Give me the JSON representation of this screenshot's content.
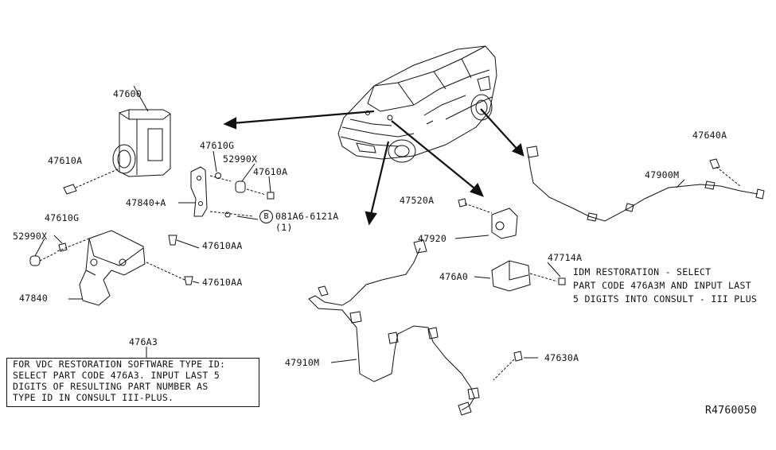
{
  "diagram_id": "R4760050",
  "part_labels": {
    "p47600": "47600",
    "p47610A_left": "47610A",
    "p47610G_top": "47610G",
    "p52990X_top": "52990X",
    "p47610A_mid": "47610A",
    "p47840A": "47840+A",
    "p081A6": "081A6-6121A",
    "p081A6_qty": "(1)",
    "p081A6_circle": "B",
    "p47610G_left": "47610G",
    "p52990X_left": "52990X",
    "p47610AA_a": "47610AA",
    "p47610AA_b": "47610AA",
    "p47840": "47840",
    "p476A3": "476A3",
    "p47520A": "47520A",
    "p47920": "47920",
    "p476A0": "476A0",
    "p47714A": "47714A",
    "p47640A": "47640A",
    "p47900M": "47900M",
    "p47910M": "47910M",
    "p47630A": "47630A"
  },
  "vdc_note": {
    "line1": "FOR VDC RESTORATION SOFTWARE TYPE ID:",
    "line2": "SELECT PART CODE 476A3. INPUT LAST 5",
    "line3": "DIGITS OF RESULTING PART NUMBER AS",
    "line4": "TYPE ID IN CONSULT III-PLUS."
  },
  "idm_note": {
    "line1": "IDM RESTORATION - SELECT",
    "line2": "PART CODE 476A3M AND INPUT LAST",
    "line3": "5 DIGITS INTO CONSULT - III PLUS"
  }
}
